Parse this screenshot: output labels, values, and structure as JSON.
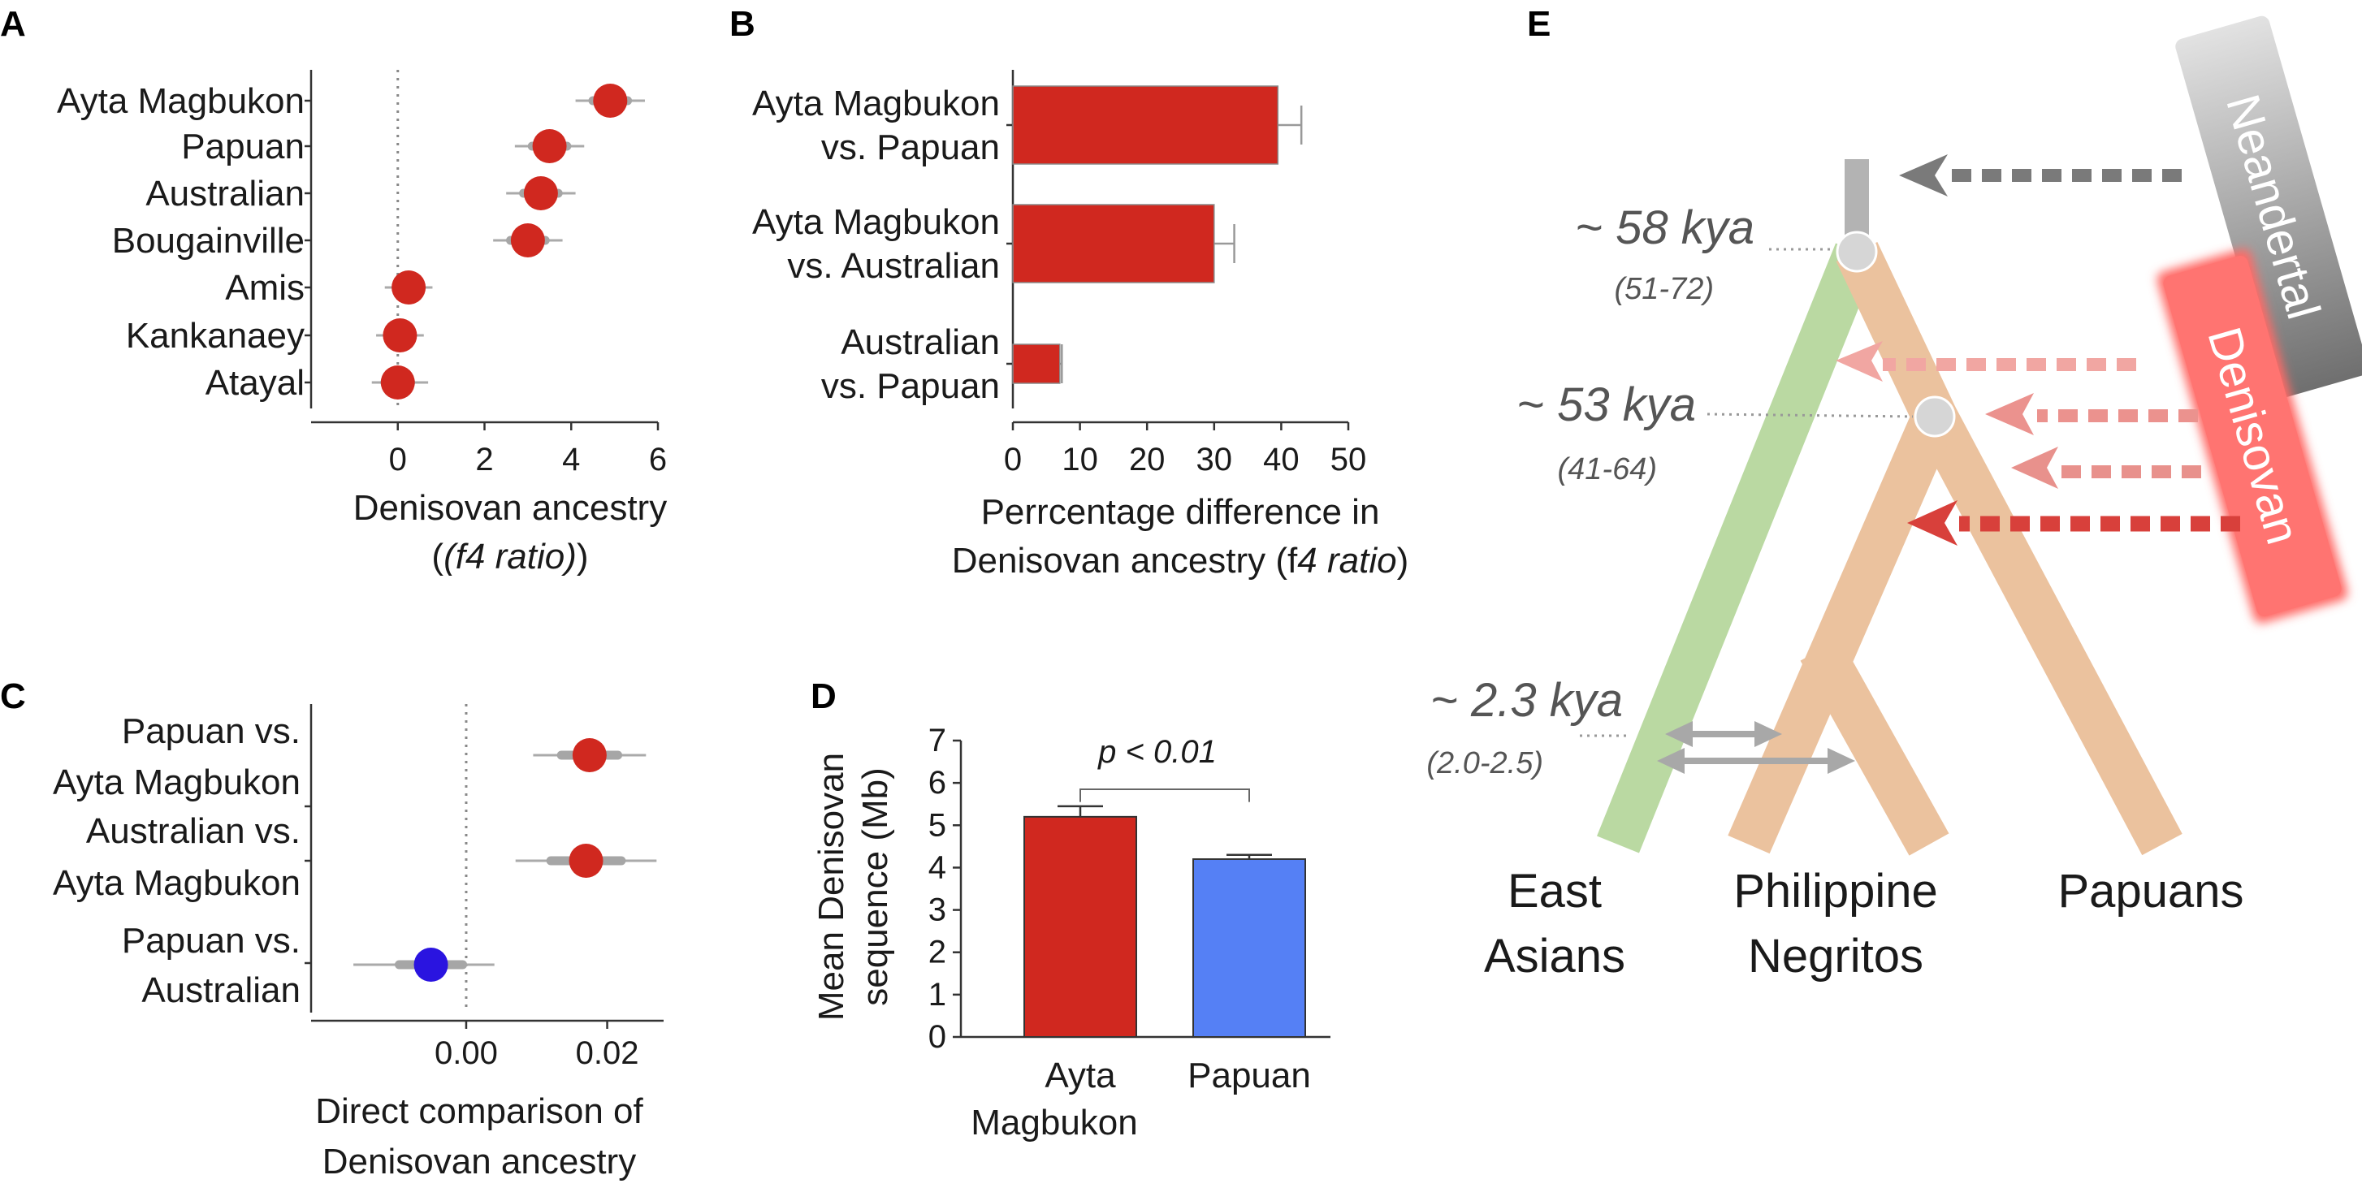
{
  "panels": {
    "A": "A",
    "B": "B",
    "C": "C",
    "D": "D",
    "E": "E"
  },
  "chart_data": [
    {
      "panel": "A",
      "type": "scatter",
      "xlabel": "Denisovan ancestry",
      "xlabel_italic": "(f4 ratio)",
      "xlim": [
        -2,
        6
      ],
      "xticks": [
        0,
        2,
        4,
        6
      ],
      "reference_line": 0,
      "categories": [
        "Ayta Magbukon",
        "Papuan",
        "Australian",
        "Bougainville",
        "Amis",
        "Kankanaey",
        "Atayal"
      ],
      "values": [
        4.9,
        3.5,
        3.3,
        3.0,
        0.25,
        0.05,
        0.0
      ],
      "ci_inner": [
        [
          4.5,
          5.3
        ],
        [
          3.1,
          3.9
        ],
        [
          2.9,
          3.7
        ],
        [
          2.6,
          3.4
        ],
        [
          0.0,
          0.5
        ],
        [
          -0.2,
          0.3
        ],
        [
          -0.3,
          0.3
        ]
      ],
      "ci_outer": [
        [
          4.1,
          5.7
        ],
        [
          2.7,
          4.3
        ],
        [
          2.5,
          4.1
        ],
        [
          2.2,
          3.8
        ],
        [
          -0.3,
          0.8
        ],
        [
          -0.5,
          0.6
        ],
        [
          -0.6,
          0.7
        ]
      ],
      "color": "#d0281f"
    },
    {
      "panel": "B",
      "type": "bar",
      "orientation": "horizontal",
      "xlabel_line1": "Perrcentage difference in",
      "xlabel_line2": "Denisovan ancestry (f",
      "xlabel_italic": "4 ratio",
      "xlabel_end": ")",
      "xlim": [
        0,
        50
      ],
      "xticks": [
        0,
        10,
        20,
        30,
        40,
        50
      ],
      "categories": [
        [
          "Ayta Magbukon",
          "vs. Papuan"
        ],
        [
          "Ayta Magbukon",
          "vs. Australian"
        ],
        [
          "Australian",
          "vs. Papuan"
        ]
      ],
      "values": [
        39.5,
        30.0,
        7.0
      ],
      "errors": [
        3.5,
        3.0,
        0.3
      ],
      "color": "#d0281f"
    },
    {
      "panel": "C",
      "type": "scatter",
      "xlabel_line1": "Direct comparison of",
      "xlabel_line2": "Denisovan ancestry",
      "xlim": [
        -0.022,
        0.028
      ],
      "xticks": [
        0.0,
        0.02
      ],
      "xtick_labels": [
        "0.00",
        "0.02"
      ],
      "reference_line": 0,
      "categories": [
        [
          "Papuan vs.",
          "Ayta Magbukon"
        ],
        [
          "Australian vs.",
          "Ayta Magbukon"
        ],
        [
          "Papuan vs.",
          "Australian"
        ]
      ],
      "values": [
        0.0175,
        0.017,
        -0.005
      ],
      "ci_inner": [
        [
          0.0135,
          0.0215
        ],
        [
          0.012,
          0.022
        ],
        [
          -0.0095,
          -0.0005
        ]
      ],
      "ci_outer": [
        [
          0.0095,
          0.0255
        ],
        [
          0.007,
          0.027
        ],
        [
          -0.016,
          0.004
        ]
      ],
      "colors": [
        "#d0281f",
        "#d0281f",
        "#2a14e0"
      ]
    },
    {
      "panel": "D",
      "type": "bar",
      "ylabel_line1": "Mean Denisovan",
      "ylabel_line2": "sequence (Mb)",
      "ylim": [
        0,
        7
      ],
      "yticks": [
        0,
        1,
        2,
        3,
        4,
        5,
        6,
        7
      ],
      "categories": [
        [
          "Ayta",
          "Magbukon"
        ],
        [
          "Papuan",
          ""
        ]
      ],
      "values": [
        5.2,
        4.2
      ],
      "errors": [
        0.25,
        0.1
      ],
      "colors": [
        "#d0281f",
        "#5580f5"
      ],
      "annotation": "p < 0.01"
    }
  ],
  "diagram": {
    "nodes": [
      {
        "age": "~ 58 kya",
        "range": "(51-72)"
      },
      {
        "age": "~ 53 kya",
        "range": "(41-64)"
      },
      {
        "age": "~ 2.3 kya",
        "range": "(2.0-2.5)"
      }
    ],
    "sources": {
      "neandertal": "Neandertal",
      "denisovan": "Denisovan"
    },
    "leaves": [
      {
        "line1": "East",
        "line2": "Asians"
      },
      {
        "line1": "Philippine",
        "line2": "Negritos"
      },
      {
        "line1": "Papuans",
        "line2": ""
      }
    ],
    "colors": {
      "east_asian_branch": "#bad9a2",
      "negrito_papuan_branch": "#ebc29e",
      "neandertal": "#6b6b6b",
      "denisovan": "#ff6a66",
      "node": "#d6d6d6"
    }
  }
}
